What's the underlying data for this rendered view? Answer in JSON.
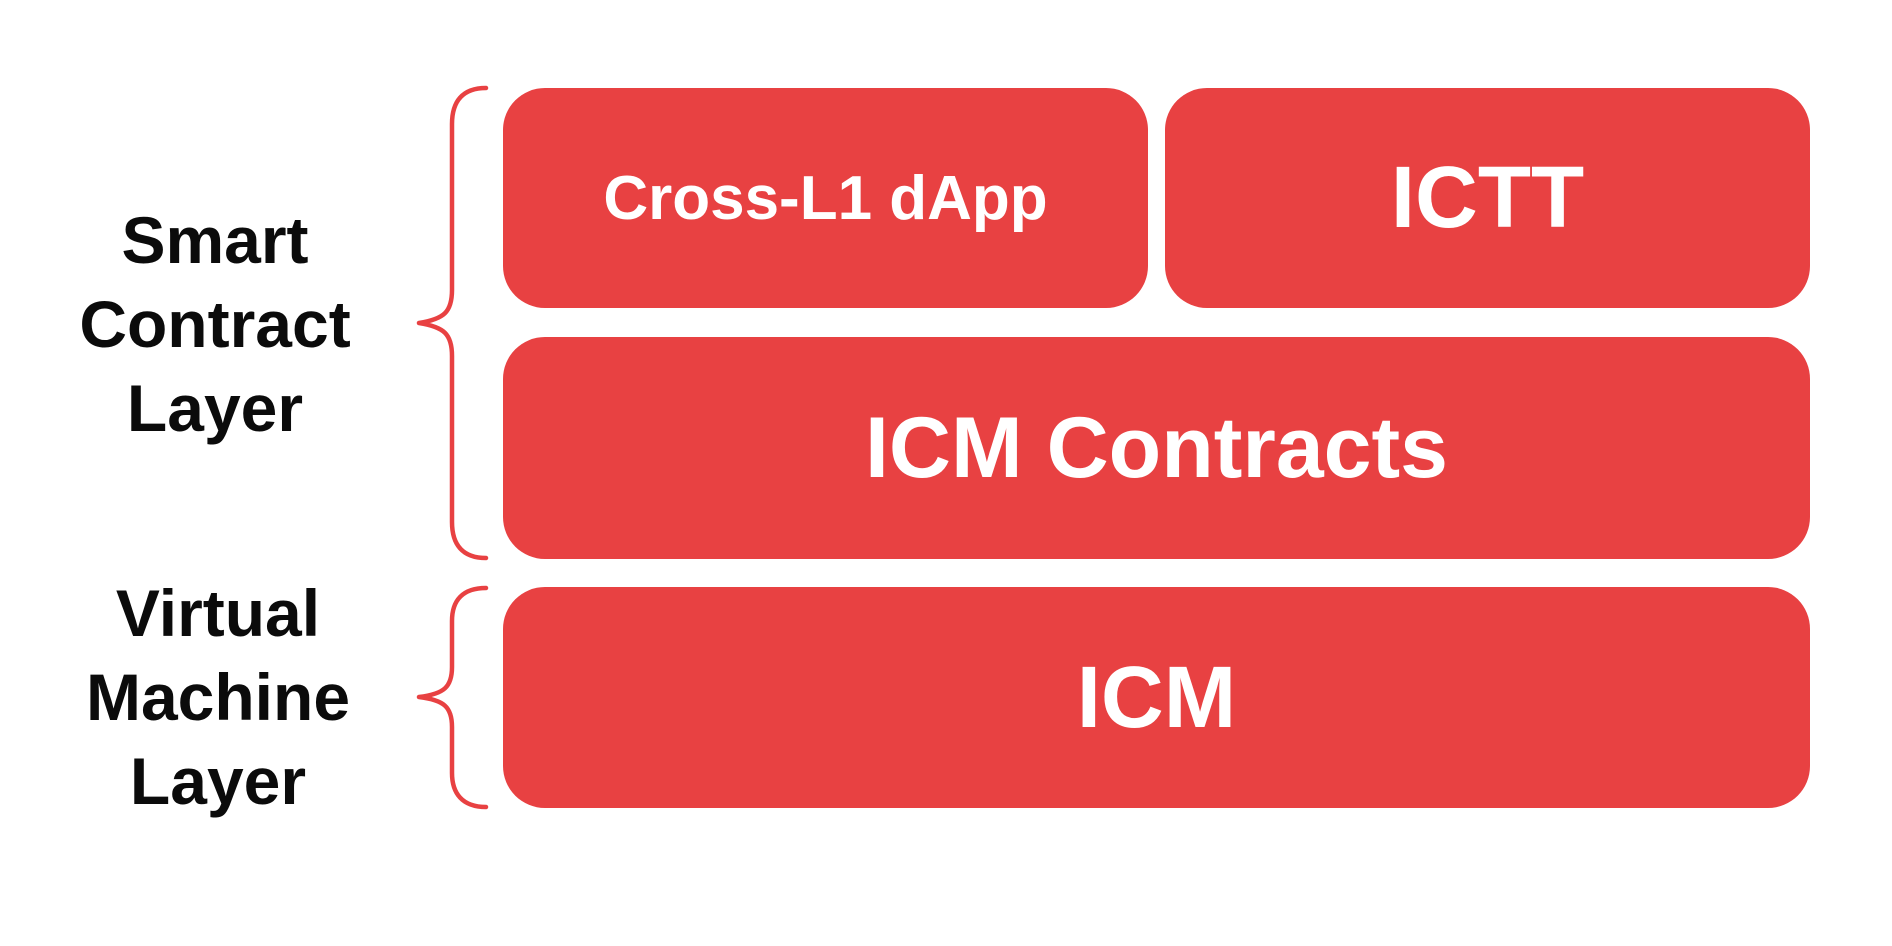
{
  "colors": {
    "box_red": "#e84142",
    "brace_red": "#e84142",
    "label_black": "#0b0b0b",
    "box_text_white": "#ffffff",
    "background": "#ffffff"
  },
  "labels": {
    "smart_contract_layer": {
      "full": "Smart Contract Layer",
      "lines": [
        "Smart",
        "Contract",
        "Layer"
      ]
    },
    "virtual_machine_layer": {
      "full": "Virtual Machine Layer",
      "lines": [
        "Virtual",
        "Machine",
        "Layer"
      ]
    }
  },
  "boxes": {
    "cross_l1_dapp": "Cross-L1 dApp",
    "ictt": "ICTT",
    "icm_contracts": "ICM Contracts",
    "icm": "ICM"
  }
}
